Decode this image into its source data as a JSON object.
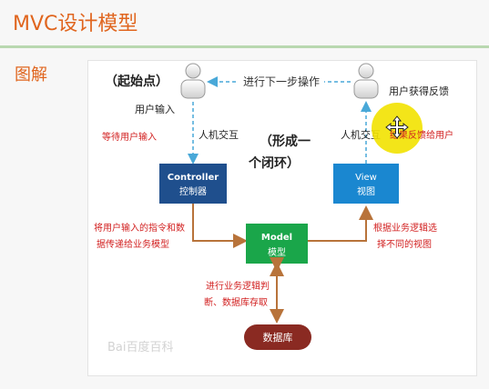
{
  "title": "MVC设计模型",
  "section": "图解",
  "diagram": {
    "start": "（起始点）",
    "next_step": "进行下一步操作",
    "user_input": "用户输入",
    "user_feedback": "用户获得反馈",
    "wait_input": "等待用户输入",
    "hci_left": "人机交互",
    "hci_right": "人机交互",
    "result_feedback": "结果反馈给用户",
    "loop_line1": "（形成一",
    "loop_line2": "个闭环）",
    "controller_en": "Controller",
    "controller_cn": "控制器",
    "view_en": "View",
    "view_cn": "视图",
    "model_en": "Model",
    "model_cn": "模型",
    "database": "数据库",
    "pass_line1": "将用户输入的指令和数",
    "pass_line2": "据传递给业务模型",
    "select_line1": "根据业务逻辑选",
    "select_line2": "择不同的视图",
    "logic_line1": "进行业务逻辑判",
    "logic_line2": "断、数据库存取",
    "watermark": "Bai百度百科"
  },
  "colors": {
    "accent": "#e0651e",
    "controller": "#1f4f8d",
    "view": "#1a87d0",
    "model": "#1aa64a",
    "database": "#8a2a22",
    "arrow_brown": "#b8733a",
    "arrow_blue": "#49a8d8",
    "red_text": "#d22020",
    "highlight": "#f2e200"
  }
}
